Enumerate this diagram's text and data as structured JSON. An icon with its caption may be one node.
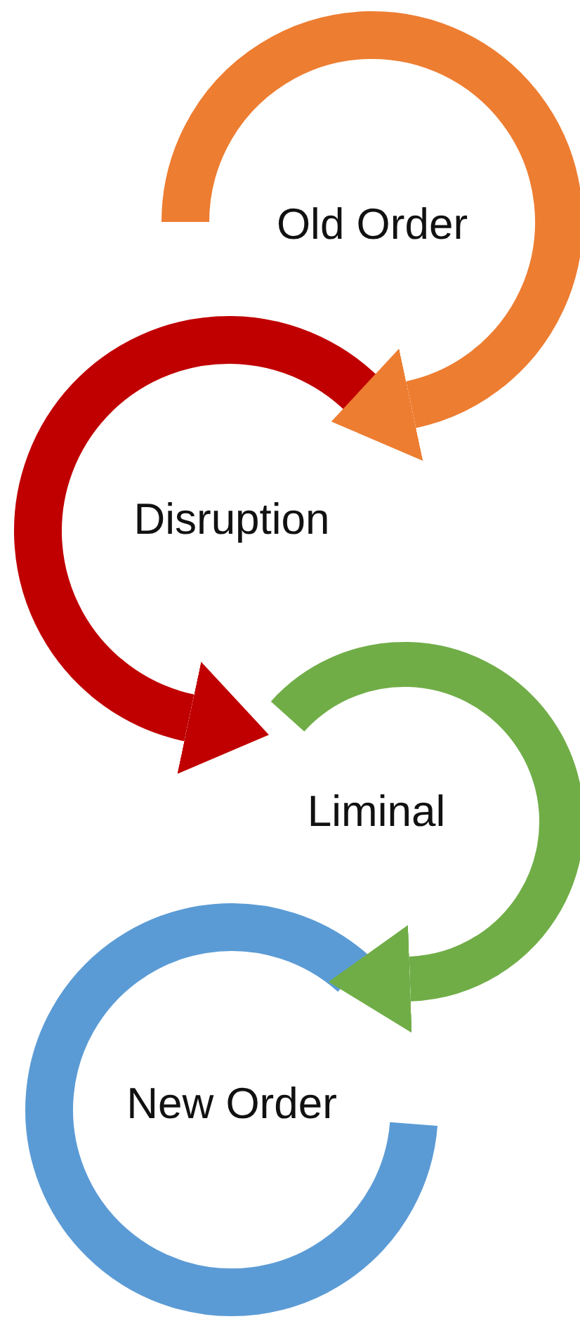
{
  "diagram": {
    "nodes": [
      {
        "text": [
          "Old Order"
        ]
      },
      {
        "text": [
          "Disruption"
        ]
      },
      {
        "text": [
          "Liminal"
        ]
      },
      {
        "text": [
          "New Order"
        ]
      }
    ],
    "edges": [
      {
        "from": 0,
        "to": 1,
        "arrow": "to",
        "color": "#ed7d31"
      },
      {
        "from": 1,
        "to": 2,
        "arrow": "to",
        "color": "#c00000"
      },
      {
        "from": 2,
        "to": 3,
        "arrow": "to",
        "color": "#70ad47"
      }
    ]
  }
}
